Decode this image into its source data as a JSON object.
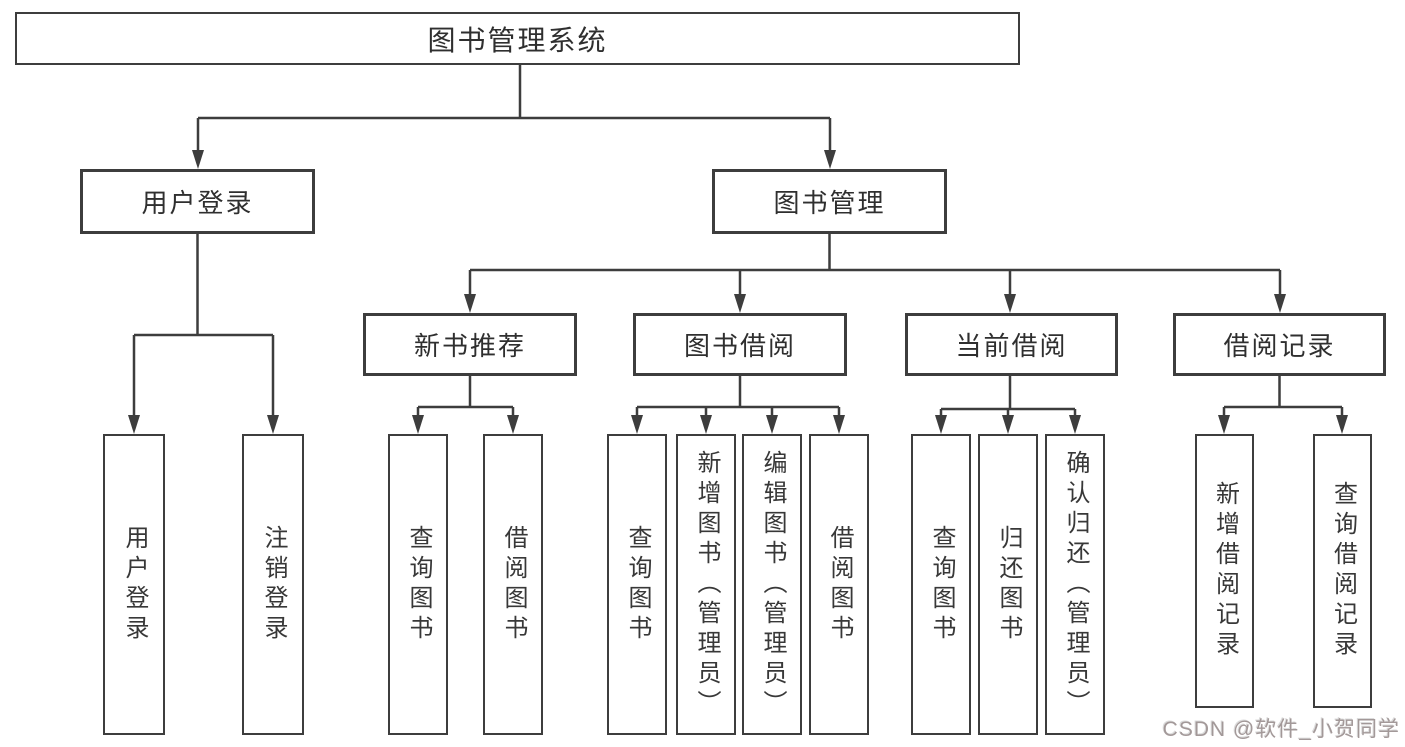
{
  "diagram": {
    "root": {
      "label": "图书管理系统"
    },
    "level1": [
      {
        "label": "用户登录"
      },
      {
        "label": "图书管理"
      }
    ],
    "level2": [
      {
        "label": "新书推荐"
      },
      {
        "label": "图书借阅"
      },
      {
        "label": "当前借阅"
      },
      {
        "label": "借阅记录"
      }
    ],
    "leaves": {
      "user_login": [
        "用户登录",
        "注销登录"
      ],
      "new_book": [
        "查询图书",
        "借阅图书"
      ],
      "book_borrow": [
        "查询图书",
        "新增图书（管理员）",
        "编辑图书（管理员）",
        "借阅图书"
      ],
      "current_borrow": [
        "查询图书",
        "归还图书",
        "确认归还（管理员）"
      ],
      "borrow_record": [
        "新增借阅记录",
        "查询借阅记录"
      ]
    }
  },
  "watermark": {
    "text": "CSDN @软件_小贺同学"
  },
  "colors": {
    "line": "#3d3d3d",
    "box_border": "#3d3d3d",
    "text": "#2f2f2f",
    "background": "#ffffff",
    "watermark": "#9e9494"
  }
}
